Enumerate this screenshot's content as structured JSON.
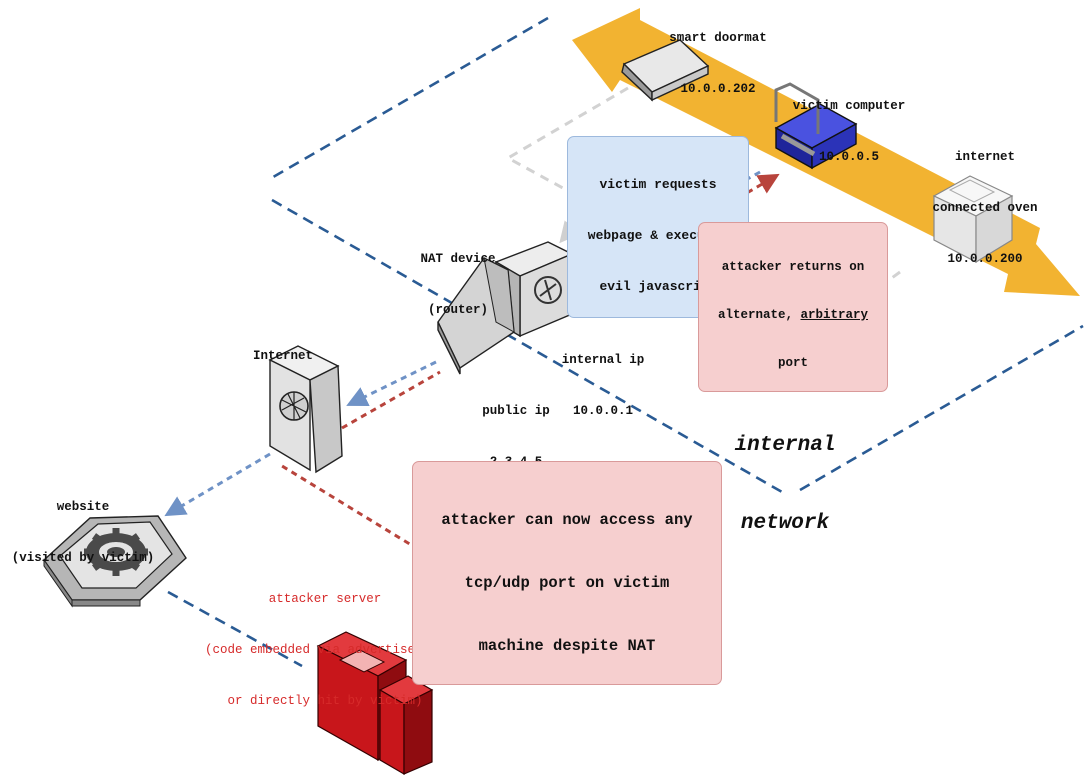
{
  "labels": {
    "doormat": {
      "name": "smart doormat",
      "ip": "10.0.0.202"
    },
    "victim_computer": {
      "name": "victim computer",
      "ip": "10.0.0.5"
    },
    "oven": {
      "name_line1": "internet",
      "name_line2": "connected oven",
      "ip": "10.0.0.200"
    },
    "nat": {
      "name_line1": "NAT device",
      "name_line2": "(router)"
    },
    "internal_ip": {
      "label": "internal ip",
      "ip": "10.0.0.1"
    },
    "public_ip": {
      "label": "public ip",
      "ip": "2.3.4.5"
    },
    "internet": "Internet",
    "website": {
      "line1": "website",
      "line2": "(visited by victim)"
    },
    "attacker_server": {
      "line1": "attacker server",
      "line2": "(code embedded via advertisement",
      "line3": "or directly hit by victim)"
    },
    "internal_network": {
      "line1": "internal",
      "line2": "network"
    }
  },
  "callouts": {
    "victim_requests": {
      "line1": "victim requests",
      "line2": "webpage & executes",
      "line3": "evil javascript"
    },
    "attacker_returns": {
      "line1": "attacker returns on",
      "line2_prefix": "alternate, ",
      "line2_underlined": "arbitrary",
      "line3": "port"
    },
    "attacker_access": {
      "line1": "attacker can now access any",
      "line2": "tcp/udp port on victim",
      "line3": "machine despite NAT"
    }
  },
  "colors": {
    "network_boundary": "#2a5b94",
    "request_flow": "#6f92c6",
    "attacker_flow": "#b8443c",
    "lan_flow": "#cfcfcf",
    "lan_band": "#f2b331",
    "victim_computer": "#2b33b8",
    "attacker_server": "#c8161b",
    "label_red": "#d62a2a"
  },
  "icons": [
    "doormat-icon",
    "computer-icon",
    "oven-icon",
    "router-icon",
    "internet-server-icon",
    "website-gear-icon",
    "attacker-server-icon"
  ]
}
